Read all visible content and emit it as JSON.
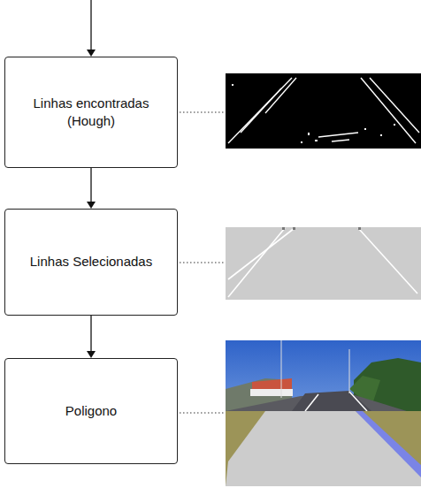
{
  "diagram": {
    "nodes": [
      {
        "text": [
          "Linhas encontradas (Hough)"
        ]
      },
      {
        "text": [
          "Linhas Selecionadas"
        ]
      },
      {
        "text": [
          "Poligono"
        ]
      }
    ],
    "edges": [
      {
        "from": 0,
        "to": 1,
        "arrow": "to"
      },
      {
        "from": 1,
        "to": 2,
        "arrow": "to"
      }
    ]
  }
}
